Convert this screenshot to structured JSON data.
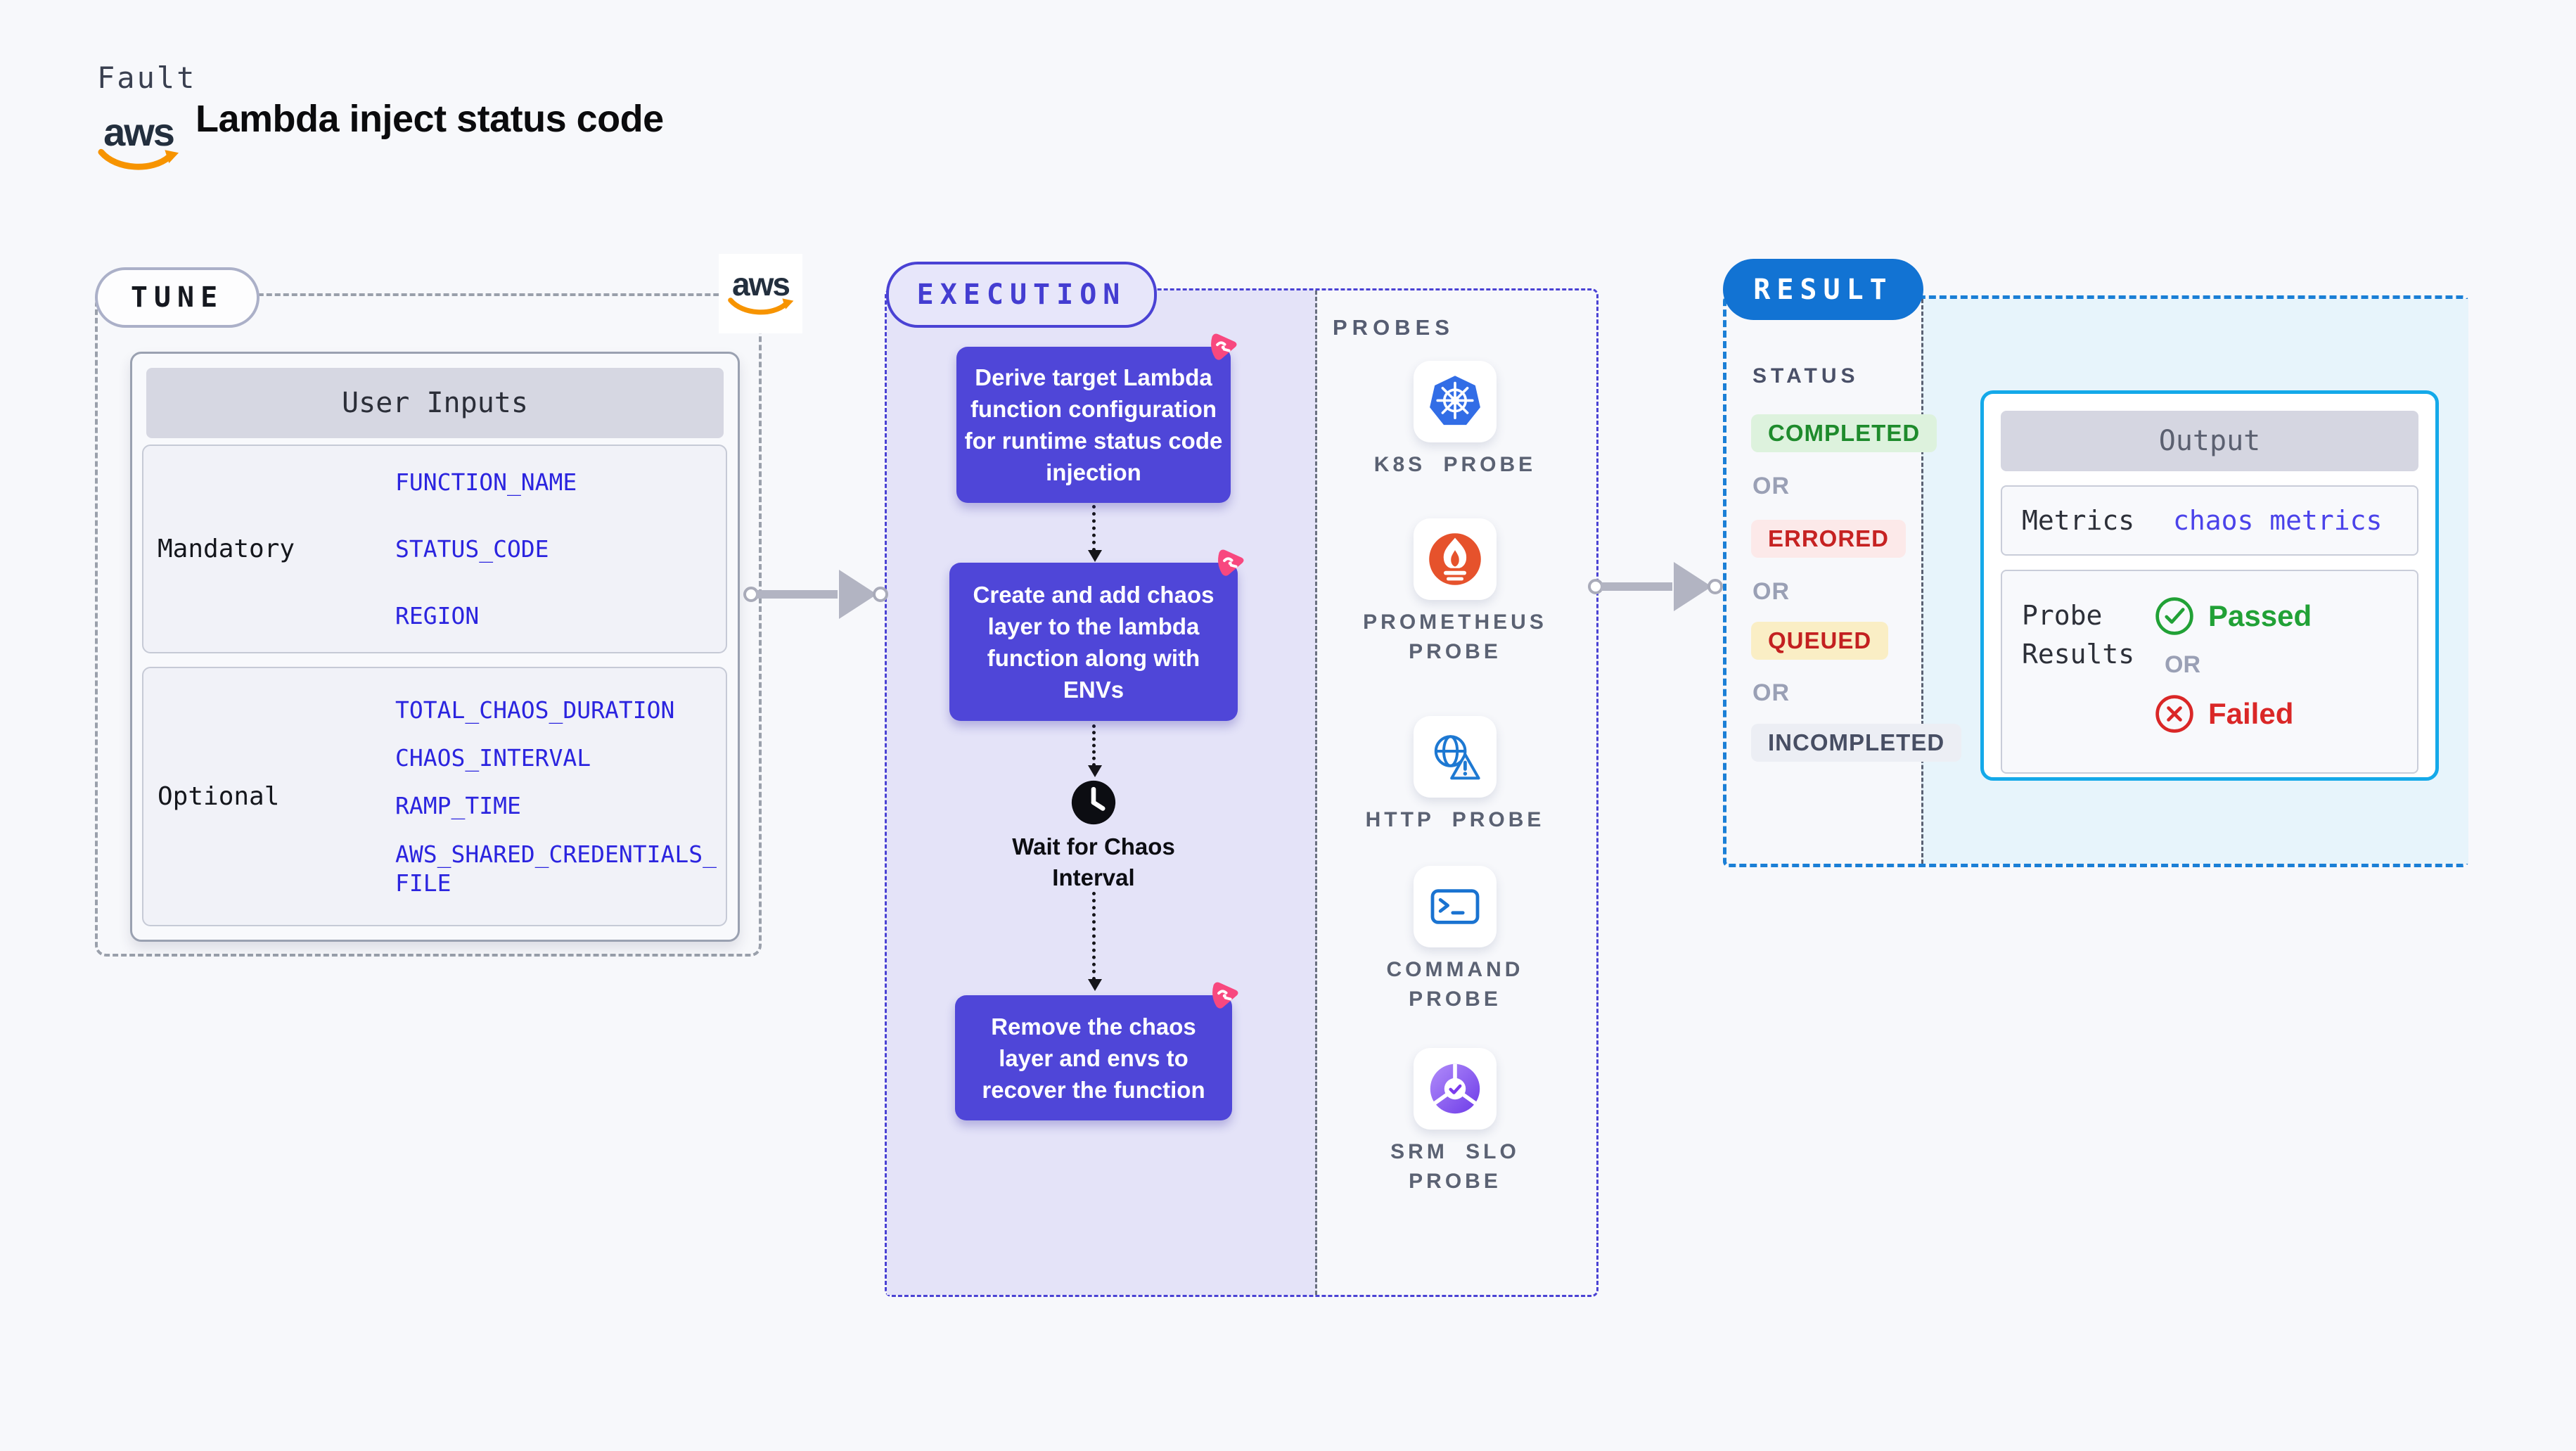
{
  "header": {
    "category": "Fault",
    "title": "Lambda inject status code",
    "aws_logo_text": "aws"
  },
  "tune": {
    "badge": "TUNE",
    "aws_logo_text": "aws",
    "user_inputs": {
      "title": "User Inputs",
      "mandatory": {
        "label": "Mandatory",
        "items": [
          "FUNCTION_NAME",
          "STATUS_CODE",
          "REGION"
        ]
      },
      "optional": {
        "label": "Optional",
        "items": [
          "TOTAL_CHAOS_DURATION",
          "CHAOS_INTERVAL",
          "RAMP_TIME",
          "AWS_SHARED_CREDENTIALS_FILE"
        ]
      }
    }
  },
  "execution": {
    "badge": "EXECUTION",
    "steps": [
      "Derive target Lambda\nfunction configuration\nfor runtime status code\ninjection",
      "Create and add chaos\nlayer to the lambda\nfunction along with\nENVs",
      "Remove the chaos\nlayer and envs to\nrecover the function"
    ],
    "wait_label": "Wait for Chaos\nInterval",
    "probes": {
      "title": "PROBES",
      "items": [
        {
          "label": "K8S PROBE",
          "icon": "kubernetes-icon"
        },
        {
          "label": "PROMETHEUS PROBE",
          "icon": "prometheus-icon"
        },
        {
          "label": "HTTP PROBE",
          "icon": "http-globe-icon"
        },
        {
          "label": "COMMAND PROBE",
          "icon": "terminal-icon"
        },
        {
          "label": "SRM SLO PROBE",
          "icon": "srm-slo-icon"
        }
      ]
    }
  },
  "result": {
    "badge": "RESULT",
    "status": {
      "title": "STATUS",
      "or_label": "OR",
      "items": [
        {
          "label": "COMPLETED",
          "state": "completed"
        },
        {
          "label": "ERRORED",
          "state": "errored"
        },
        {
          "label": "QUEUED",
          "state": "queued"
        },
        {
          "label": "INCOMPLETED",
          "state": "incompleted"
        }
      ]
    },
    "output": {
      "title": "Output",
      "metrics_label": "Metrics",
      "metrics_value": "chaos metrics",
      "probe_results_label": "Probe Results",
      "passed_label": "Passed",
      "or_label": "OR",
      "failed_label": "Failed"
    }
  },
  "colors": {
    "page_bg": "#f7f8fb",
    "accent_indigo": "#4a42d4",
    "step_box_purple": "#4f46d8",
    "lavender_bg": "#e4e3f8",
    "litmus_pink": "#f8487f",
    "result_blue": "#1273d3",
    "result_border_blue": "#1b7fd6",
    "output_border_cyan": "#14a9e9",
    "output_bg_blue": "#e7f4fb",
    "env_blue": "#2b24df",
    "completed_green": "#1e8b2c",
    "errored_red": "#c62222",
    "queued_red": "#c32020",
    "passed_green": "#21a136",
    "failed_red": "#da2727",
    "k8s_blue": "#326de6",
    "prometheus_orange": "#e6522c",
    "http_blue": "#1d78d2",
    "srm_purple": "#7c3aed",
    "aws_orange": "#f79400"
  }
}
